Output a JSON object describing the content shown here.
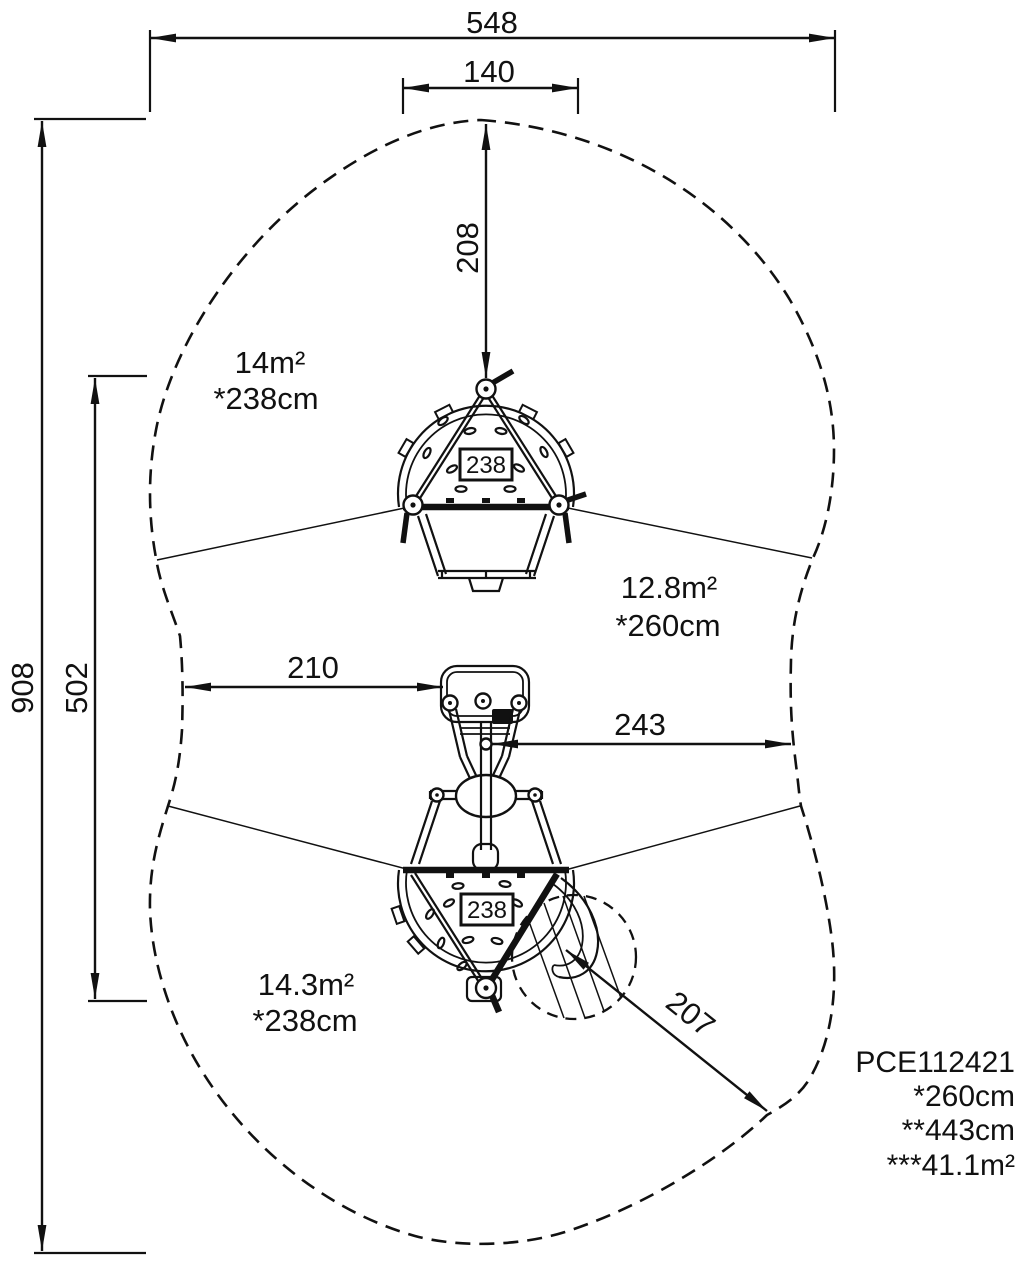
{
  "dimensions": {
    "overall_width": "548",
    "top_entry_width": "140",
    "overall_height": "908",
    "equipment_span": "502",
    "top_clearance": "208",
    "left_clearance": "210",
    "right_clearance": "243",
    "diagonal_clearance": "207"
  },
  "zones": {
    "upper": {
      "area": "14m²",
      "fall_height": "*238cm"
    },
    "middle": {
      "area": "12.8m²",
      "fall_height": "*260cm"
    },
    "lower": {
      "area": "14.3m²",
      "fall_height": "*238cm"
    }
  },
  "equipment": {
    "upper_label": "238",
    "lower_label": "238"
  },
  "legend": {
    "product_code": "PCE112421",
    "fall_height": "*260cm",
    "total_height": "**443cm",
    "total_area": "***41.1m²"
  }
}
